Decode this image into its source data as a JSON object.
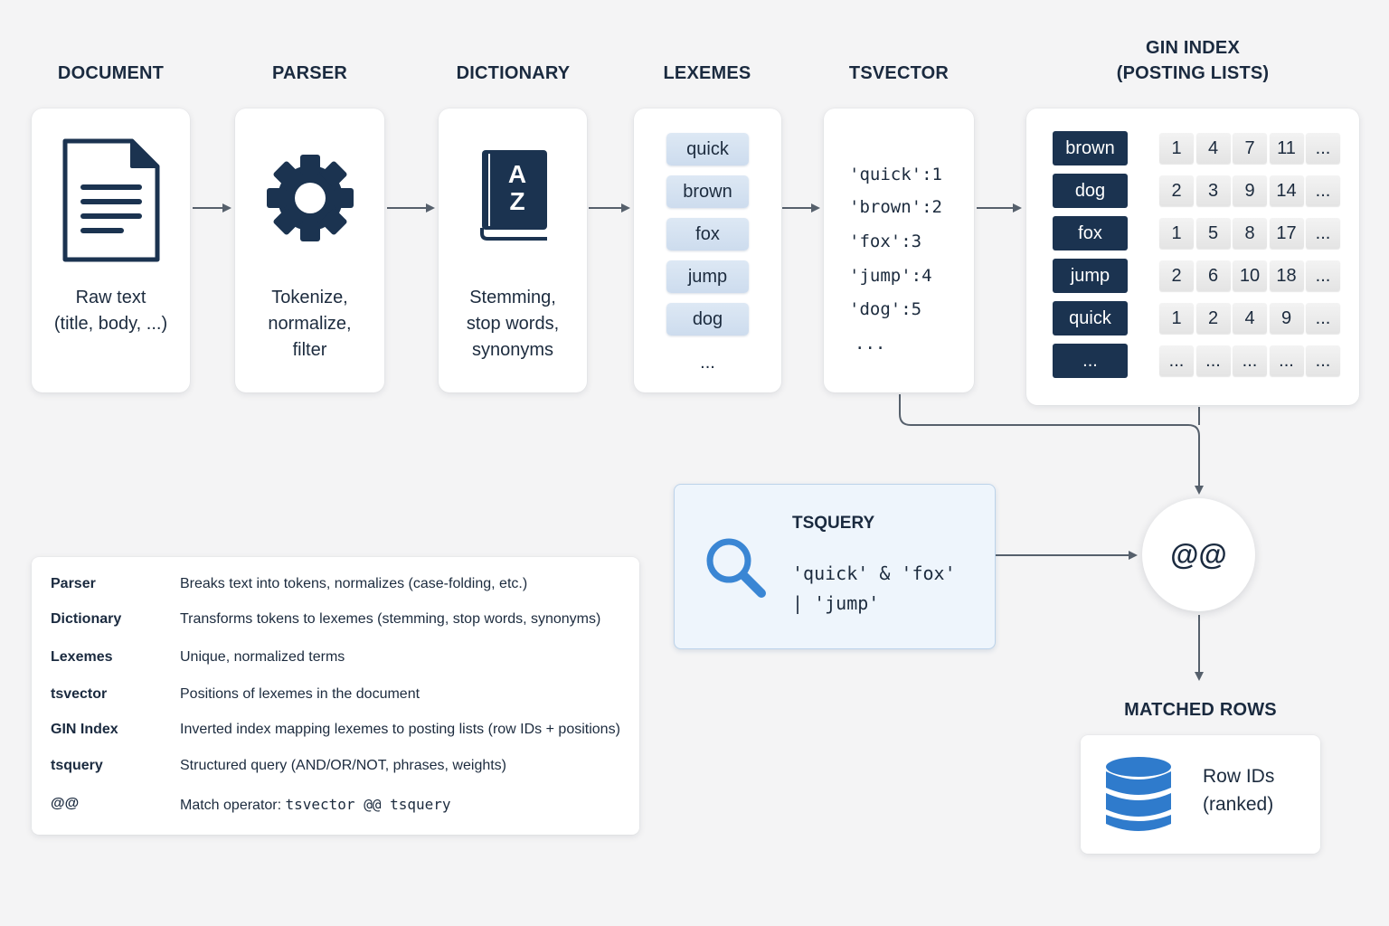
{
  "headings": {
    "document": "DOCUMENT",
    "parser": "PARSER",
    "dictionary": "DICTIONARY",
    "lexemes": "LEXEMES",
    "tsvector": "TSVECTOR",
    "gin_line1": "GIN INDEX",
    "gin_line2": "(POSTING LISTS)",
    "tsquery": "TSQUERY",
    "matched_rows": "MATCHED ROWS"
  },
  "document_card": {
    "line1": "Raw text",
    "line2": "(title, body, ...)",
    "icon": "document-icon"
  },
  "parser_card": {
    "line1": "Tokenize,",
    "line2": "normalize,",
    "line3": "filter",
    "icon": "gear-icon"
  },
  "dictionary_card": {
    "line1": "Stemming,",
    "line2": "stop words,",
    "line3": "synonyms",
    "icon": "book-icon",
    "icon_letters": [
      "A",
      "Z"
    ]
  },
  "lexemes": {
    "items": [
      "quick",
      "brown",
      "fox",
      "jump",
      "dog"
    ],
    "more": "..."
  },
  "tsvector": {
    "lines": [
      "'quick':1",
      "'brown':2",
      "'fox':3",
      "'jump':4",
      "'dog':5"
    ],
    "more": "..."
  },
  "gin_index": {
    "rows": [
      {
        "term": "brown",
        "postings": [
          "1",
          "4",
          "7",
          "11",
          "..."
        ]
      },
      {
        "term": "dog",
        "postings": [
          "2",
          "3",
          "9",
          "14",
          "..."
        ]
      },
      {
        "term": "fox",
        "postings": [
          "1",
          "5",
          "8",
          "17",
          "..."
        ]
      },
      {
        "term": "jump",
        "postings": [
          "2",
          "6",
          "10",
          "18",
          "..."
        ]
      },
      {
        "term": "quick",
        "postings": [
          "1",
          "2",
          "4",
          "9",
          "..."
        ]
      },
      {
        "term": "...",
        "postings": [
          "...",
          "...",
          "...",
          "...",
          "..."
        ]
      }
    ]
  },
  "tsquery": {
    "line1": "'quick' & 'fox'",
    "line2": "| 'jump'",
    "icon": "search-icon"
  },
  "match_operator": "@@",
  "matched_rows": {
    "line1": "Row IDs",
    "line2": "(ranked)",
    "icon": "database-icon"
  },
  "legend": {
    "rows": [
      {
        "key": "Parser",
        "desc": "Breaks text into tokens, normalizes (case-folding, etc.)"
      },
      {
        "key": "Dictionary",
        "desc": "Transforms tokens to lexemes (stemming, stop words, synonyms)"
      },
      {
        "key": "Lexemes",
        "desc": "Unique, normalized terms"
      },
      {
        "key": "tsvector",
        "desc": "Positions of lexemes in the document"
      },
      {
        "key": "GIN Index",
        "desc": "Inverted index mapping lexemes to posting lists (row IDs + positions)"
      },
      {
        "key": "tsquery",
        "desc": "Structured query (AND/OR/NOT, phrases, weights)"
      },
      {
        "key": "@@",
        "desc_prefix": "Match operator: ",
        "desc_code": "tsvector @@ tsquery"
      }
    ]
  },
  "colors": {
    "navy": "#1b3350",
    "accent_blue": "#3a86d4",
    "lexeme_bg": "#d4e2f1",
    "query_bg": "#eef5fc",
    "arrow": "#56606c"
  }
}
